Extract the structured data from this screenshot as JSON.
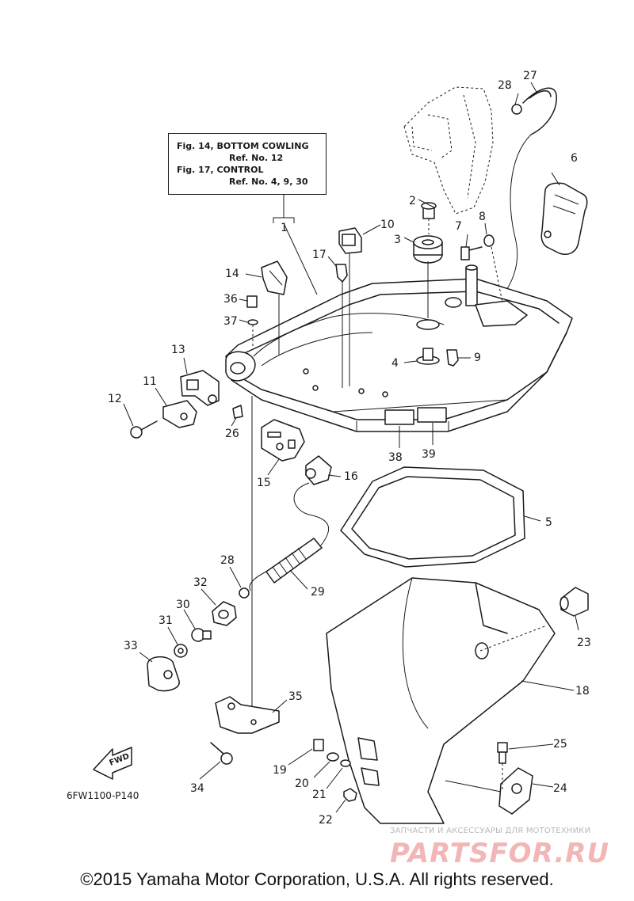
{
  "reference_box": {
    "line1": "Fig. 14, BOTTOM COWLING",
    "line2": "Ref. No. 12",
    "line3": "Fig. 17, CONTROL",
    "line4": "Ref. No. 4, 9, 30"
  },
  "callouts": [
    "1",
    "2",
    "3",
    "4",
    "5",
    "6",
    "7",
    "8",
    "9",
    "10",
    "11",
    "12",
    "13",
    "14",
    "15",
    "16",
    "17",
    "18",
    "19",
    "20",
    "21",
    "22",
    "23",
    "24",
    "25",
    "26",
    "27",
    "28",
    "28",
    "29",
    "30",
    "31",
    "32",
    "33",
    "34",
    "35",
    "36",
    "37",
    "38",
    "39"
  ],
  "fwd_label": "FWD",
  "part_code": "6FW1100-P140",
  "watermark": {
    "tagline": "ЗАПЧАСТИ И АКСЕССУАРЫ ДЛЯ МОТОТЕХНИКИ",
    "logo": "PARTSFOR.RU"
  },
  "copyright": "©2015 Yamaha Motor Corporation, U.S.A. All rights reserved."
}
